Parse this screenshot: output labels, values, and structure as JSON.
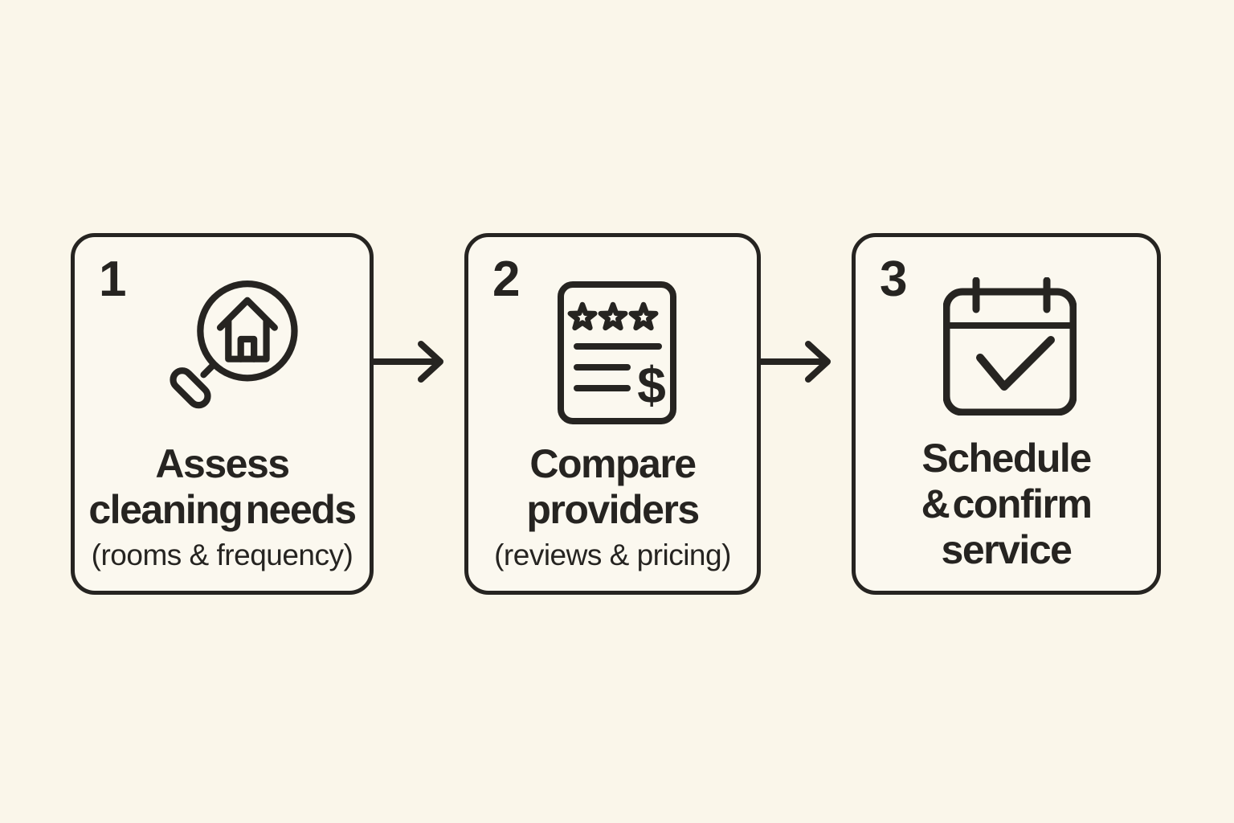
{
  "colors": {
    "background": "#faf6ea",
    "card_background": "#fbf8ef",
    "ink": "#262421"
  },
  "steps": [
    {
      "number": "1",
      "title": "Assess\ncleaning needs",
      "subtitle": "(rooms & frequency)",
      "icon": "magnifier-house-icon"
    },
    {
      "number": "2",
      "title": "Compare\nproviders",
      "subtitle": "(reviews & pricing)",
      "icon": "review-document-icon"
    },
    {
      "number": "3",
      "title": "Schedule\n& confirm\nservice",
      "subtitle": "",
      "icon": "calendar-check-icon"
    }
  ],
  "icons": {
    "dollar_sign": "$"
  }
}
